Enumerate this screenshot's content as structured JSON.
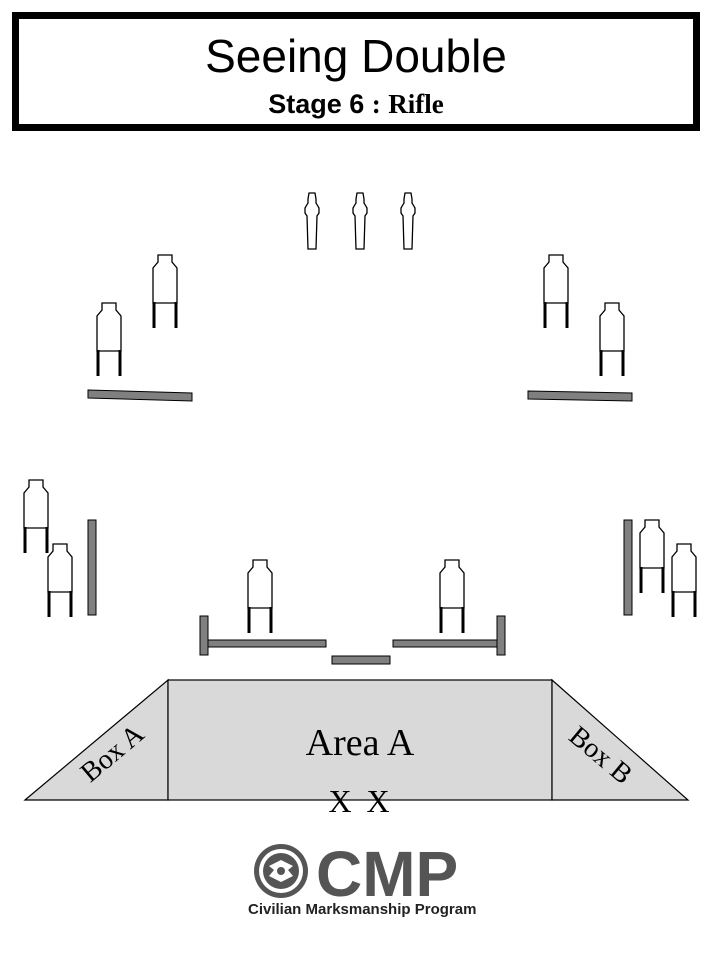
{
  "header": {
    "title": "Seeing Double",
    "stage": "Stage 6",
    "separator": ":",
    "discipline": "Rifle"
  },
  "layout": {
    "area_label": "Area A",
    "box_left_label": "Box A",
    "box_right_label": "Box B",
    "position_marks": [
      "X",
      "X"
    ]
  },
  "colors": {
    "area_fill": "#d9d9d9",
    "barrier_fill": "#808080",
    "target_fill": "#ffffff",
    "outline": "#000000",
    "logo_gray": "#555555"
  },
  "logo": {
    "name": "CMP",
    "full_name": "Civilian Marksmanship Program",
    "seal_icon": "seal-icon"
  }
}
